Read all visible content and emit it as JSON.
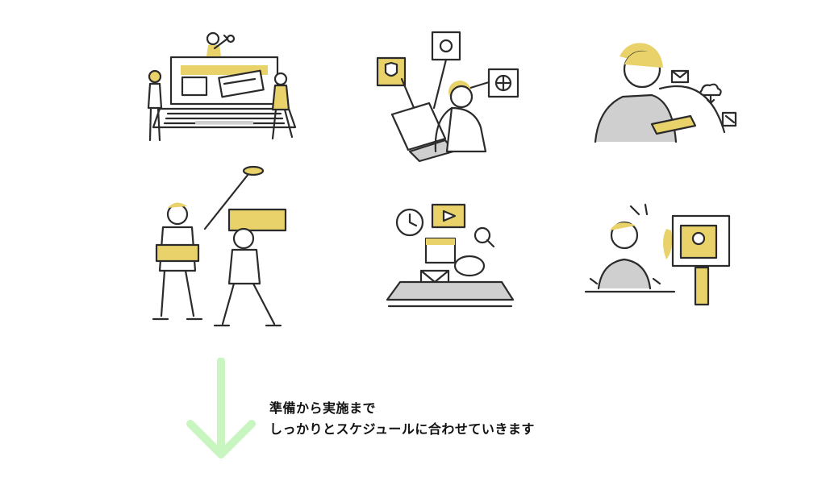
{
  "illustrations": [
    {
      "name": "laptop-repair-team-illustration"
    },
    {
      "name": "online-security-pc-illustration"
    },
    {
      "name": "tablet-cloud-communication-illustration"
    },
    {
      "name": "film-crew-recording-illustration"
    },
    {
      "name": "tablet-schedule-email-illustration"
    },
    {
      "name": "livestream-camera-illustration"
    }
  ],
  "caption": {
    "line1": "準備から実施まで",
    "line2": "しっかりとスケジュールに合わせていきます"
  },
  "colors": {
    "accent_yellow": "#e9d26a",
    "line_dark": "#2b2b2b",
    "arrow_green": "#c8f5c0",
    "fill_gray": "#cfcfcf"
  },
  "icons": {
    "arrow": "arrow-down-icon"
  }
}
